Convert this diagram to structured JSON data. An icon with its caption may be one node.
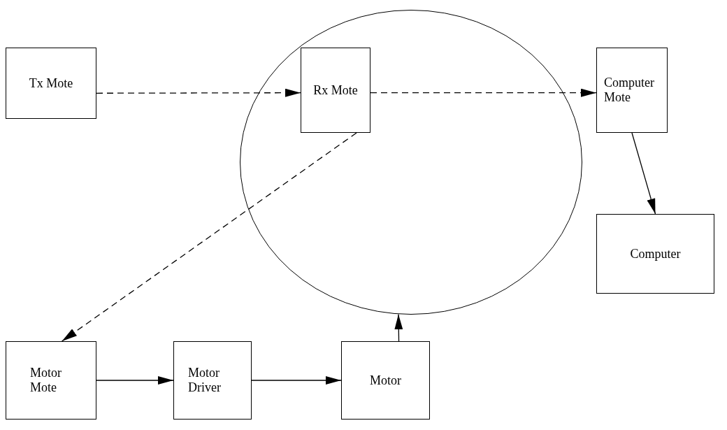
{
  "diagram": {
    "nodes": [
      {
        "text": [
          "Tx Mote"
        ]
      },
      {
        "text": [],
        "shape": "circle"
      },
      {
        "text": [
          "Rx Mote"
        ],
        "in": 1
      },
      {
        "text": [
          "Computer Mote"
        ]
      },
      {
        "text": [
          "Computer"
        ]
      },
      {
        "text": [
          "Motor Mote"
        ]
      },
      {
        "text": [
          "Motor Driver"
        ]
      },
      {
        "text": [
          "Motor"
        ]
      }
    ],
    "edges": [
      {
        "from": 0,
        "to": 2,
        "arrow": "to",
        "style": "dashed"
      },
      {
        "from": 2,
        "to": 3,
        "arrow": "to",
        "style": "dashed"
      },
      {
        "from": 3,
        "to": 4,
        "arrow": "to"
      },
      {
        "from": 2,
        "to": 5,
        "arrow": "to",
        "style": "dashed"
      },
      {
        "from": 5,
        "to": 6,
        "arrow": "to"
      },
      {
        "from": 6,
        "to": 7,
        "arrow": "to"
      },
      {
        "from": 7,
        "to": 1,
        "arrow": "to"
      }
    ]
  }
}
